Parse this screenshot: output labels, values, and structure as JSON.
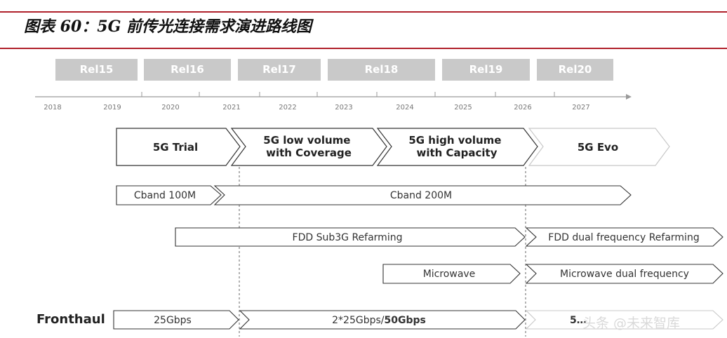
{
  "title": "图表 60：5G 前传光连接需求演进路线图",
  "releases": [
    "Rel15",
    "Rel16",
    "Rel17",
    "Rel18",
    "Rel19",
    "Rel20"
  ],
  "years": [
    "2018",
    "2019",
    "2020",
    "2021",
    "2022",
    "2023",
    "2024",
    "2025",
    "2026",
    "2027"
  ],
  "phases": [
    "5G Trial",
    "5G low volume\nwith Coverage",
    "5G high volume\nwith Capacity",
    "5G Evo"
  ],
  "cband": [
    "Cband 100M",
    "Cband 200M"
  ],
  "fdd": [
    "FDD Sub3G Refarming",
    "FDD dual frequency Refarming"
  ],
  "microwave": [
    "Microwave",
    "Microwave dual frequency"
  ],
  "fronthaul": {
    "label": "Fronthaul",
    "stages": [
      "25Gbps",
      "2*25Gbps/",
      "50Gbps",
      "5…"
    ]
  },
  "watermark": "头条 @未来智库",
  "colors": {
    "rule": "#b0212b",
    "release_bg": "#c9c9c9",
    "outline": "#333333",
    "faded": "#c8c8c8"
  }
}
